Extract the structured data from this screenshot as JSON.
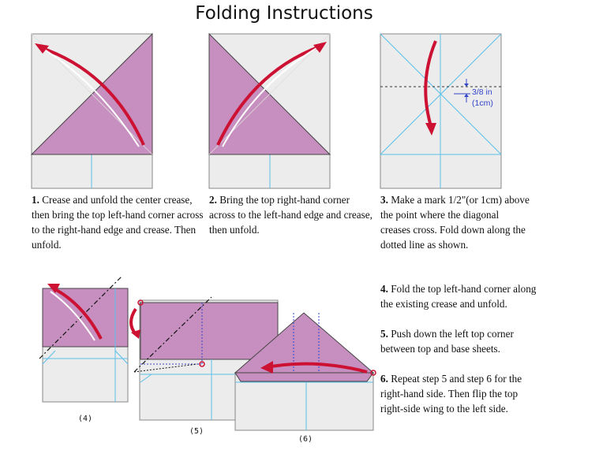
{
  "title": "Folding Instructions",
  "steps": [
    {
      "number": "1.",
      "text": " Crease and unfold the center crease, then bring the top left-hand corner across to the right-hand edge and crease. Then unfold."
    },
    {
      "number": "2.",
      "text": " Bring the top right-hand corner across to the left-hand edge and crease, then unfold."
    },
    {
      "number": "3.",
      "text": " Make a mark 1/2\"(or 1cm) above the point where the diagonal creases cross.  Fold down along the dotted line as shown."
    },
    {
      "number": "4.",
      "text": " Fold the top left-hand corner along the existing crease and unfold."
    },
    {
      "number": "5.",
      "text": " Push down the left top corner between top and base sheets."
    },
    {
      "number": "6.",
      "text": "  Repeat step 5 and step 6 for the right-hand side. Then flip the top right-side wing to the left side."
    }
  ],
  "measure_label_1": "3/8 in",
  "measure_label_2": "(1cm)",
  "captions": [
    "(4)",
    "(5)",
    "(6)"
  ],
  "colors": {
    "paper_purple": "#c78fbf",
    "paper_gray": "#ececec",
    "crease_blue": "#5bc0e8",
    "arrow_red": "#cc1133",
    "fold_blue_dots": "#3344cc"
  }
}
